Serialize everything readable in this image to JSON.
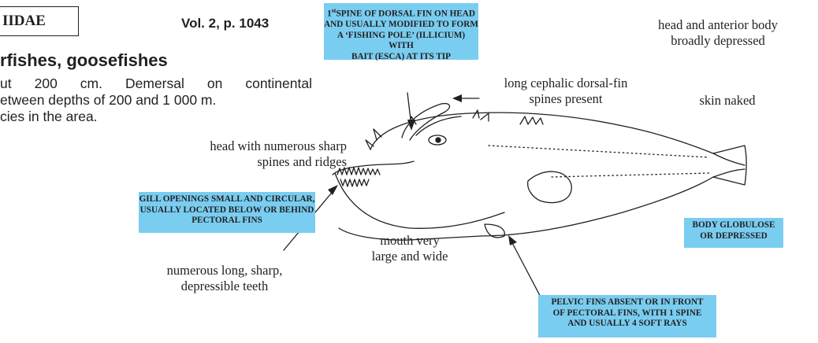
{
  "header": {
    "family": "IIDAE",
    "volume": "Vol. 2, p. 1043"
  },
  "common_names": "rfishes, goosefishes",
  "description_lines": [
    "ut 200 cm. Demersal on continental",
    "etween depths of 200 and 1 000 m.",
    "cies in the area."
  ],
  "labels": {
    "long_spines": [
      "long cephalic dorsal-fin",
      "spines present"
    ],
    "head_body": [
      "head and anterior body",
      "broadly depressed"
    ],
    "skin": "skin naked",
    "head_spines": [
      "head with numerous sharp",
      "spines and ridges"
    ],
    "mouth": [
      "mouth very",
      "large and wide"
    ],
    "teeth": [
      "numerous long, sharp,",
      "depressible teeth"
    ]
  },
  "callouts": {
    "illicium": {
      "sup": "st",
      "lines": [
        "1",
        "SPINE OF DORSAL FIN ON HEAD",
        "AND USUALLY MODIFIED TO FORM",
        "A ‘FISHING POLE’ (ILLICIUM) WITH",
        "BAIT (ESCA) AT ITS TIP"
      ]
    },
    "gill": [
      "GILL OPENINGS SMALL AND CIRCULAR,",
      "USUALLY LOCATED BELOW OR BEHIND",
      "PECTORAL FINS"
    ],
    "body": [
      "BODY GLOBULOSE",
      "OR DEPRESSED"
    ],
    "pelvic": [
      "PELVIC FINS ABSENT OR IN FRONT",
      "OF PECTORAL FINS, WITH 1 SPINE",
      "AND USUALLY 4 SOFT RAYS"
    ]
  },
  "colors": {
    "callout_fill": "#79cdf0",
    "ink": "#231f20"
  }
}
